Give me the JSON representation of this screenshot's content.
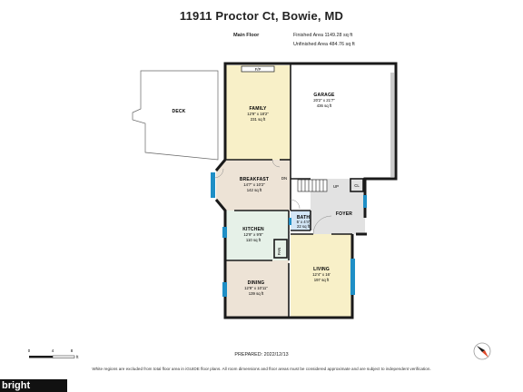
{
  "header": {
    "title": "11911 Proctor Ct, Bowie, MD",
    "floor_label": "Main Floor",
    "finished_area": "Finished Area 1149.28 sq ft",
    "unfinished_area": "Unfinished Area 484.76 sq ft"
  },
  "rooms": {
    "deck": {
      "name": "DECK"
    },
    "family": {
      "name": "FAMILY",
      "dims": "12'9\" x 18'2\"",
      "area": "231 sq ft",
      "fp": "F/P"
    },
    "garage": {
      "name": "GARAGE",
      "dims": "20'2\" x 21'7\"",
      "area": "436 sq ft"
    },
    "breakfast": {
      "name": "BREAKFAST",
      "dims": "14'7\" x 10'2\"",
      "area": "142 sq ft"
    },
    "kitchen": {
      "name": "KITCHEN",
      "dims": "12'9\" x 9'8\"",
      "area": "110 sq ft"
    },
    "bath": {
      "name": "BATH",
      "dims": "5' x 4'4\"",
      "area": "22 sq ft"
    },
    "foyer": {
      "name": "FOYER"
    },
    "living": {
      "name": "LIVING",
      "dims": "12'4\" x 16'",
      "area": "197 sq ft"
    },
    "dining": {
      "name": "DINING",
      "dims": "12'9\" x 10'11\"",
      "area": "139 sq ft"
    },
    "labels": {
      "dn": "DN",
      "up": "UP",
      "cl": "CL",
      "pantry": "PAN"
    }
  },
  "scale": {
    "ticks": [
      "0",
      "4",
      "8"
    ],
    "unit": "ft"
  },
  "footer": {
    "prepared": "PREPARED: 2022/12/13",
    "disclaimer": "White regions are excluded from total floor area in iGUIDE floor plans. All room dimensions and floor areas must be considered approximate and are subject to independent verification.",
    "brand": "bright"
  },
  "colors": {
    "wall": "#1a1a1a",
    "family": "#f8f0c8",
    "living": "#f8f0c8",
    "dining": "#ede3d6",
    "breakfast": "#ede3d6",
    "kitchen": "#e6f1e8",
    "bath": "#d3e6f6",
    "foyer": "#e2e2e2",
    "window": "#1f8fc6"
  }
}
